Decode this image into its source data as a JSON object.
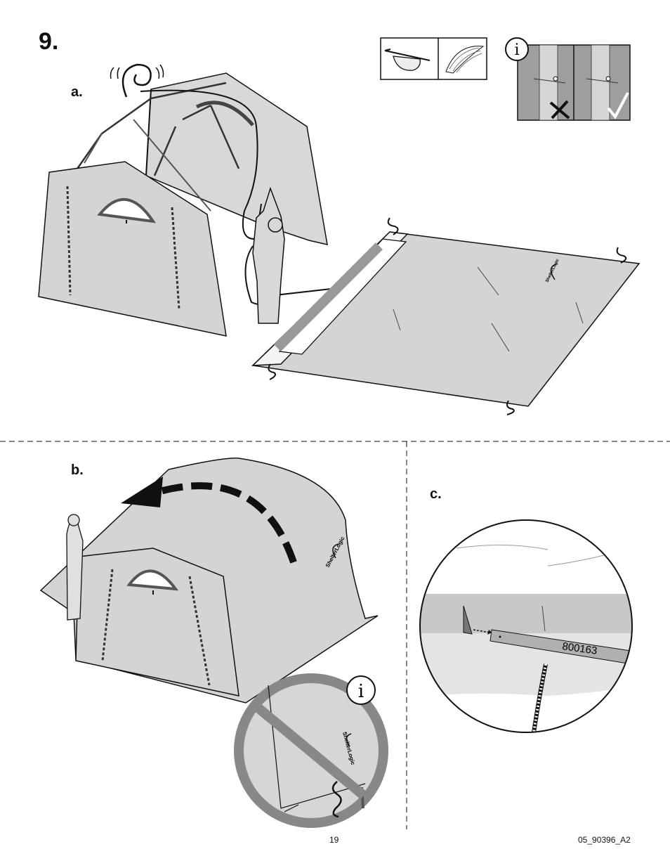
{
  "step": {
    "number": "9."
  },
  "panels": {
    "a": {
      "label": "a."
    },
    "b": {
      "label": "b."
    },
    "c": {
      "label": "c.",
      "part_number": "800163"
    }
  },
  "brand": {
    "logo_text": "ShelterLogic"
  },
  "info": {
    "symbol": "i"
  },
  "icons": {
    "tools": [
      "safety-glasses-icon",
      "rope-icon"
    ],
    "info_panel": [
      "incorrect-x-icon",
      "correct-check-icon"
    ]
  },
  "footer": {
    "page_number": "19",
    "doc_code": "05_90396_A2"
  },
  "colors": {
    "fabric": "#d4d4d4",
    "frame_bg": "#9e9e9e",
    "line": "#111111"
  }
}
